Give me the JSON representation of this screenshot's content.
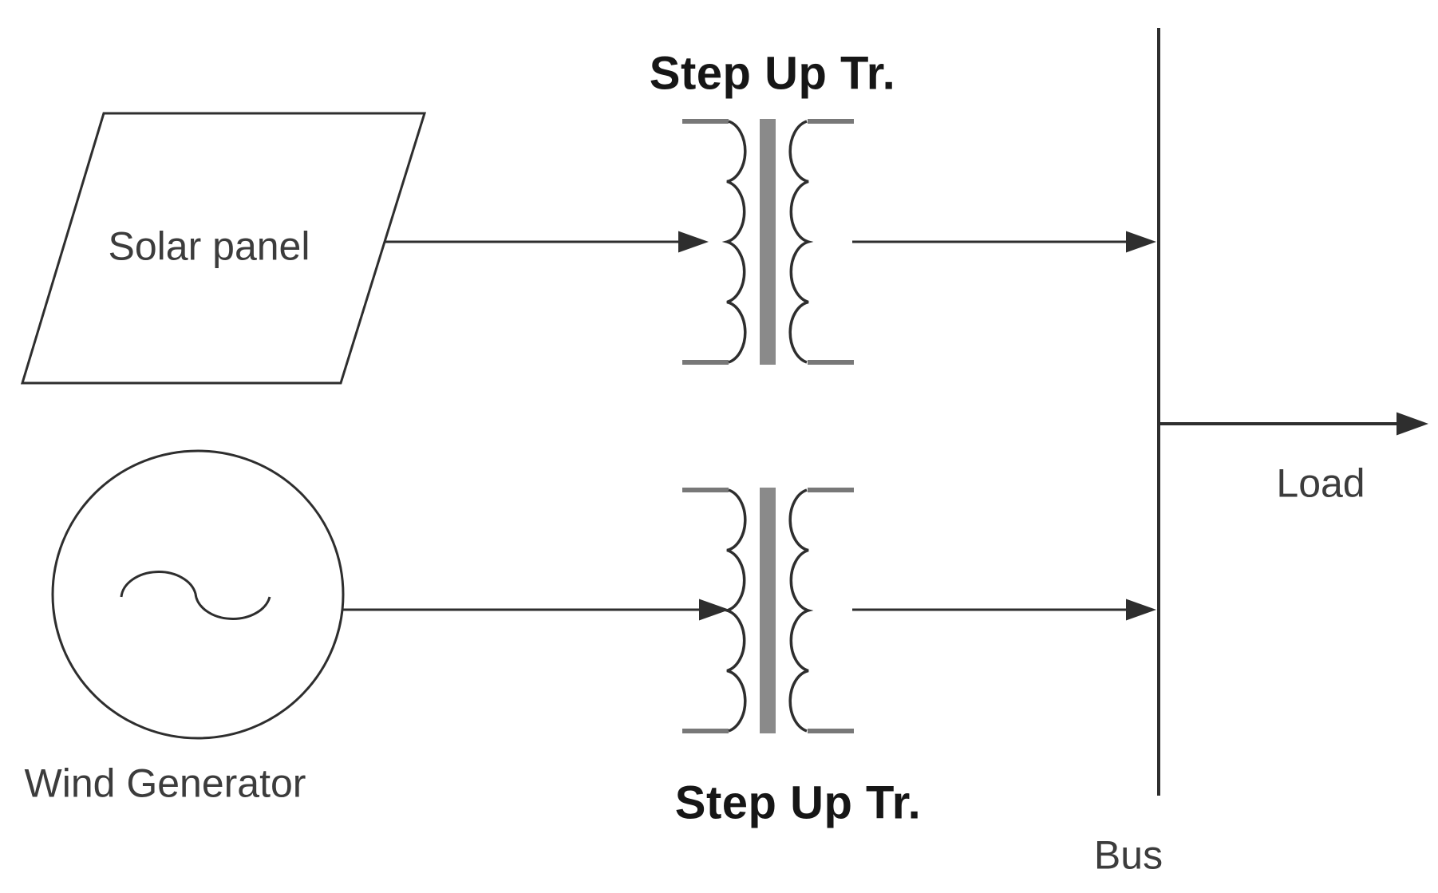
{
  "diagram": {
    "nodes": {
      "solar_panel": {
        "label": "Solar panel",
        "shape": "parallelogram"
      },
      "wind_generator": {
        "label": "Wind Generator",
        "shape": "circle-ac-source"
      },
      "transformer_top": {
        "label": "Step Up Tr.",
        "shape": "two-winding-transformer"
      },
      "transformer_bottom": {
        "label": "Step Up Tr.",
        "shape": "two-winding-transformer"
      },
      "bus": {
        "label": "Bus",
        "shape": "vertical-busbar"
      },
      "load": {
        "label": "Load",
        "shape": "outgoing-arrow"
      }
    },
    "connections": [
      {
        "from": "Solar panel",
        "to": "Step Up Tr. (top)",
        "style": "arrow"
      },
      {
        "from": "Step Up Tr. (top)",
        "to": "Bus",
        "style": "arrow"
      },
      {
        "from": "Wind Generator",
        "to": "Step Up Tr. (bottom)",
        "style": "arrow"
      },
      {
        "from": "Step Up Tr. (bottom)",
        "to": "Bus",
        "style": "arrow"
      },
      {
        "from": "Bus",
        "to": "Load",
        "style": "arrow"
      }
    ],
    "colors": {
      "line": "#2e2e2e",
      "lead": "#787878",
      "core": "#8a8a8a",
      "text": "#3c3c3c",
      "title": "#161616",
      "background": "#ffffff"
    }
  }
}
